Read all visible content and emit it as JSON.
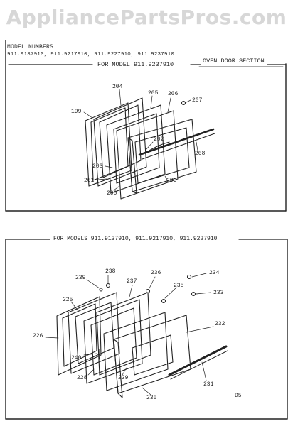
{
  "watermark": "AppliancePartsPros.com",
  "header": {
    "model_numbers_label": "MODEL NUMBERS",
    "model_list": "911.9137910,  911.9217910,  911.9227910,  911.9237910"
  },
  "section_top": {
    "for_model": "FOR MODEL 911.9237910",
    "title": "OVEN DOOR SECTION",
    "callouts": [
      "204",
      "205",
      "206",
      "207",
      "199",
      "202",
      "208",
      "203",
      "201",
      "200",
      "209"
    ]
  },
  "section_bottom": {
    "for_models": "FOR MODELS 911.9137910, 911.9217910, 911.9227910",
    "callouts": [
      "238",
      "239",
      "236",
      "234",
      "235",
      "233",
      "237",
      "225",
      "226",
      "232",
      "240",
      "228",
      "229",
      "230",
      "231"
    ],
    "page_code": "D5"
  }
}
